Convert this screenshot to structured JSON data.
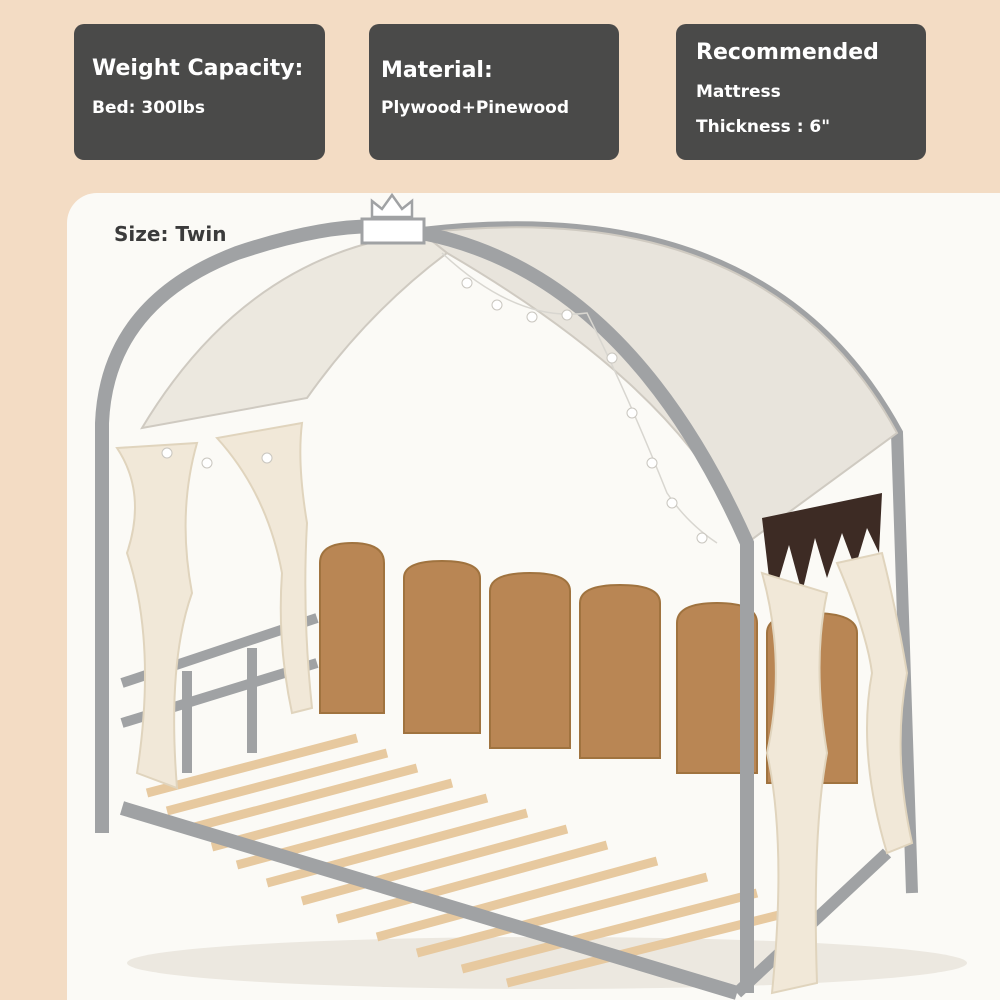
{
  "specs": {
    "weight": {
      "title": "Weight Capacity:",
      "line": "Bed: 300lbs"
    },
    "material": {
      "title": "Material:",
      "line": "Plywood+Pinewood"
    },
    "mattress": {
      "title": "Recommended",
      "line1": "Mattress",
      "line2": "Thickness : 6\""
    }
  },
  "product": {
    "size_label": "Size: Twin"
  },
  "colors": {
    "page_background": "#f3dcc4",
    "card_background": "#4a4a49",
    "card_text": "#ffffff",
    "frame_gray": "#a0a2a4",
    "canopy_fabric": "#e8e4dc",
    "curtain": "#f1e8d8",
    "headboard": "#b98654",
    "slats": "#e7c99f",
    "pennant": "#3d2b24"
  },
  "icons": {
    "crown": "crown-icon"
  }
}
